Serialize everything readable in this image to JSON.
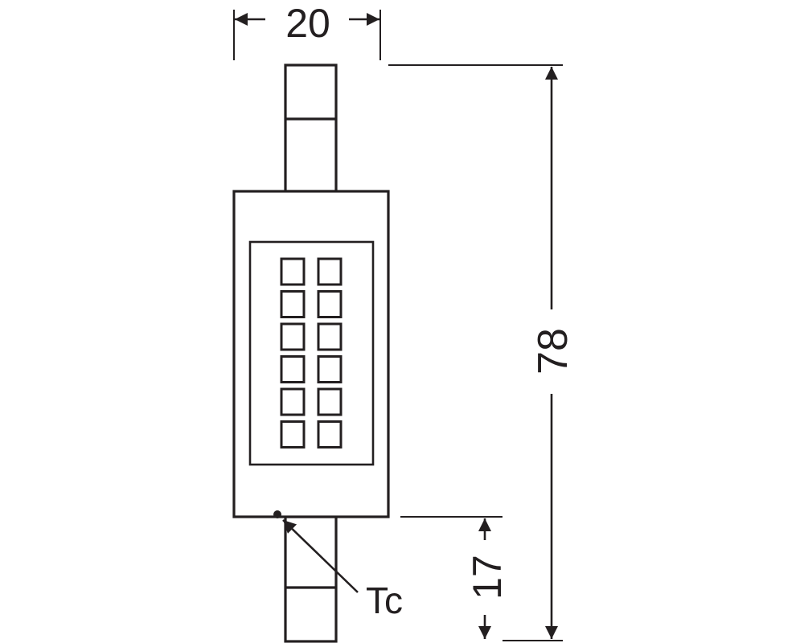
{
  "dimensions": {
    "width_label": "20",
    "total_length_label": "78",
    "lower_length_label": "17"
  },
  "callouts": {
    "tc_label": "Tc"
  },
  "led_grid": {
    "rows": 6,
    "columns": 2
  },
  "colors": {
    "line": "#231f20",
    "background": "#ffffff"
  }
}
